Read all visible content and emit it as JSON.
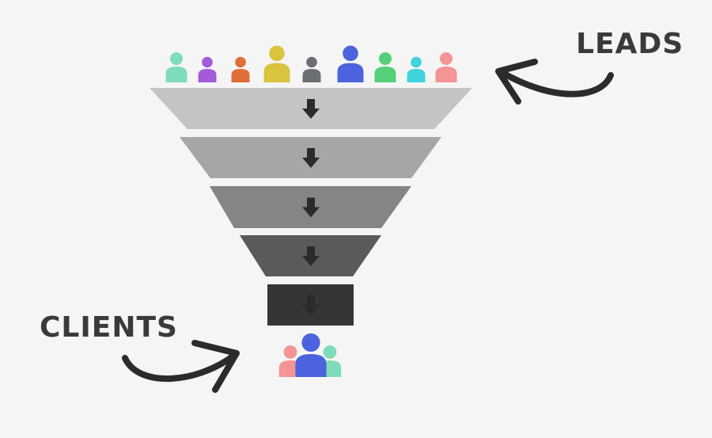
{
  "labels": {
    "leads": "LEADS",
    "clients": "CLIENTS"
  },
  "colors": {
    "background": "#f5f5f5",
    "text": "#3a3a3a",
    "arrow": "#2b2b2b",
    "stages": [
      "#c4c4c4",
      "#a6a6a6",
      "#858585",
      "#5a5a5a",
      "#353535"
    ]
  },
  "leads": [
    {
      "icon": "person-icon",
      "color": "#7fdcb9"
    },
    {
      "icon": "person-icon",
      "color": "#a35bd9"
    },
    {
      "icon": "person-icon",
      "color": "#df6e3a"
    },
    {
      "icon": "person-icon",
      "color": "#d9c33f"
    },
    {
      "icon": "person-icon",
      "color": "#6b6e73"
    },
    {
      "icon": "person-icon",
      "color": "#4c63dd"
    },
    {
      "icon": "person-icon",
      "color": "#55cf78"
    },
    {
      "icon": "person-icon",
      "color": "#3fd3dc"
    },
    {
      "icon": "person-icon",
      "color": "#f59494"
    }
  ],
  "clients": [
    {
      "icon": "person-icon",
      "color": "#f59494"
    },
    {
      "icon": "person-icon",
      "color": "#4c63dd"
    },
    {
      "icon": "person-icon",
      "color": "#7fdcb9"
    }
  ],
  "funnel": {
    "stage_count": 5,
    "stage_icon": "down-arrow-icon"
  }
}
